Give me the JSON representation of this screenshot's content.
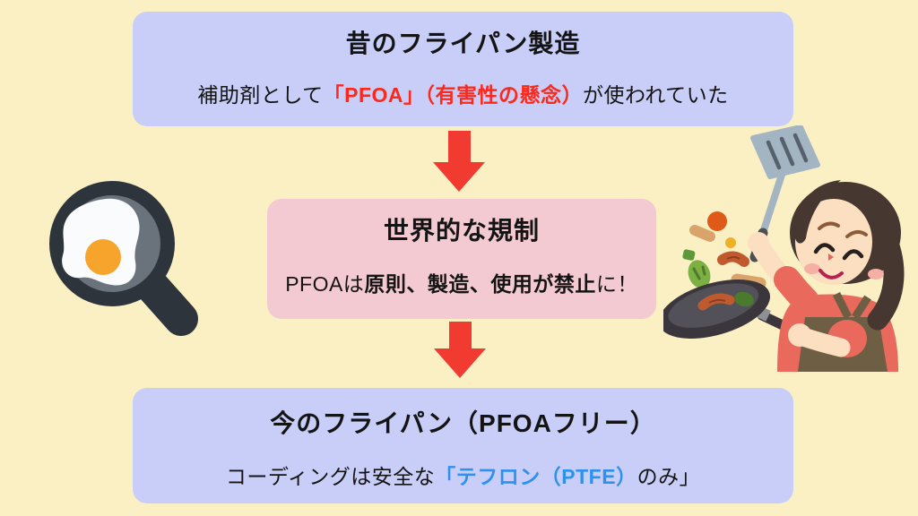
{
  "meta": {
    "description": "Japanese infographic flowchart about PFOA in frying pan manufacturing",
    "language": "ja"
  },
  "colors": {
    "background": "#FAF0C4",
    "lavender_box": "#C9CEF8",
    "pink_box": "#F3CAD1",
    "arrow_red": "#F23B30",
    "highlight_red": "#FB281C",
    "highlight_blue": "#2D92EE",
    "text_black": "#141414"
  },
  "flow": {
    "boxes": [
      {
        "id": "past-frying-pan",
        "title": "昔のフライパン製造",
        "segments": [
          {
            "text": "補助剤として",
            "style": "plain"
          },
          {
            "text": "「PFOA」（有害性の懸念）",
            "style": "red-bold"
          },
          {
            "text": "が使われていた",
            "style": "plain"
          }
        ]
      },
      {
        "id": "global-regulation",
        "title": "世界的な規制",
        "segments": [
          {
            "text": "PFOAは",
            "style": "plain"
          },
          {
            "text": "原則、製造、使用が禁止",
            "style": "bold"
          },
          {
            "text": "に！",
            "style": "plain"
          }
        ]
      },
      {
        "id": "current-frying-pan",
        "title": "今のフライパン（PFOAフリー）",
        "segments": [
          {
            "text": "コーディングは安全な",
            "style": "plain"
          },
          {
            "text": "「テフロン（PTFE）",
            "style": "blue-bold"
          },
          {
            "text": "のみ」",
            "style": "plain"
          }
        ]
      }
    ]
  },
  "illustrations": {
    "fried_egg_pan": "frying-pan-with-fried-egg",
    "cooking_woman": "woman-stir-frying-with-pan-and-spatula"
  }
}
